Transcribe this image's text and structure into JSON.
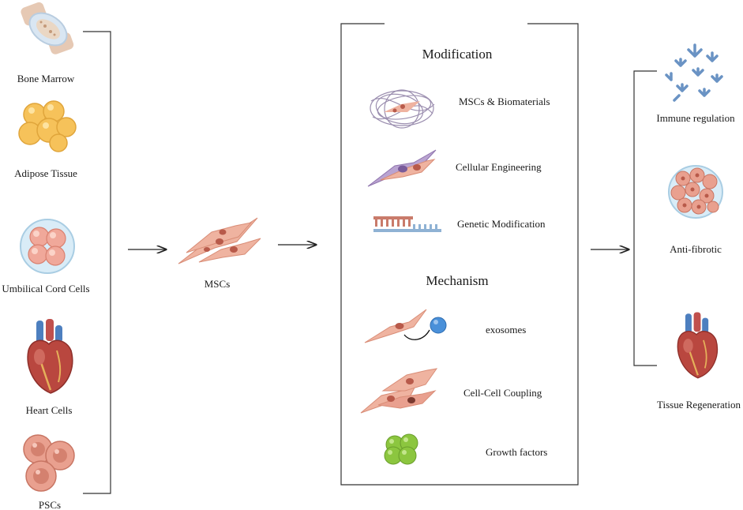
{
  "sources": [
    {
      "label": "Bone Marrow",
      "icon": "bone-marrow-icon"
    },
    {
      "label": "Adipose Tissue",
      "icon": "adipose-tissue-icon"
    },
    {
      "label": "Umbilical Cord Cells",
      "icon": "umbilical-cord-cells-icon"
    },
    {
      "label": "Heart Cells",
      "icon": "heart-icon"
    },
    {
      "label": "PSCs",
      "icon": "pscs-icon"
    }
  ],
  "center": {
    "label": "MSCs",
    "icon": "mscs-icon"
  },
  "modification": {
    "title": "Modification",
    "items": [
      {
        "label": "MSCs & Biomaterials",
        "icon": "biomaterial-scaffold-icon"
      },
      {
        "label": "Cellular Engineering",
        "icon": "engineered-cell-icon"
      },
      {
        "label": "Genetic Modification",
        "icon": "dna-strand-icon"
      }
    ]
  },
  "mechanism": {
    "title": "Mechanism",
    "items": [
      {
        "label": "exosomes",
        "icon": "exosome-icon"
      },
      {
        "label": "Cell-Cell Coupling",
        "icon": "cell-coupling-icon"
      },
      {
        "label": "Growth factors",
        "icon": "growth-factor-icon"
      }
    ]
  },
  "outcomes": [
    {
      "label": "Immune regulation",
      "icon": "antibody-icon"
    },
    {
      "label": "Anti-fibrotic",
      "icon": "tissue-icon"
    },
    {
      "label": "Tissue Regeneration",
      "icon": "heart-icon"
    }
  ],
  "colors": {
    "cell_pink": "#efb3a0",
    "nucleus": "#b85a4a",
    "purple": "#a68bbf",
    "green": "#8cc63f",
    "blue": "#4a90d9",
    "antibody": "#6a93c4",
    "line": "#333333"
  }
}
